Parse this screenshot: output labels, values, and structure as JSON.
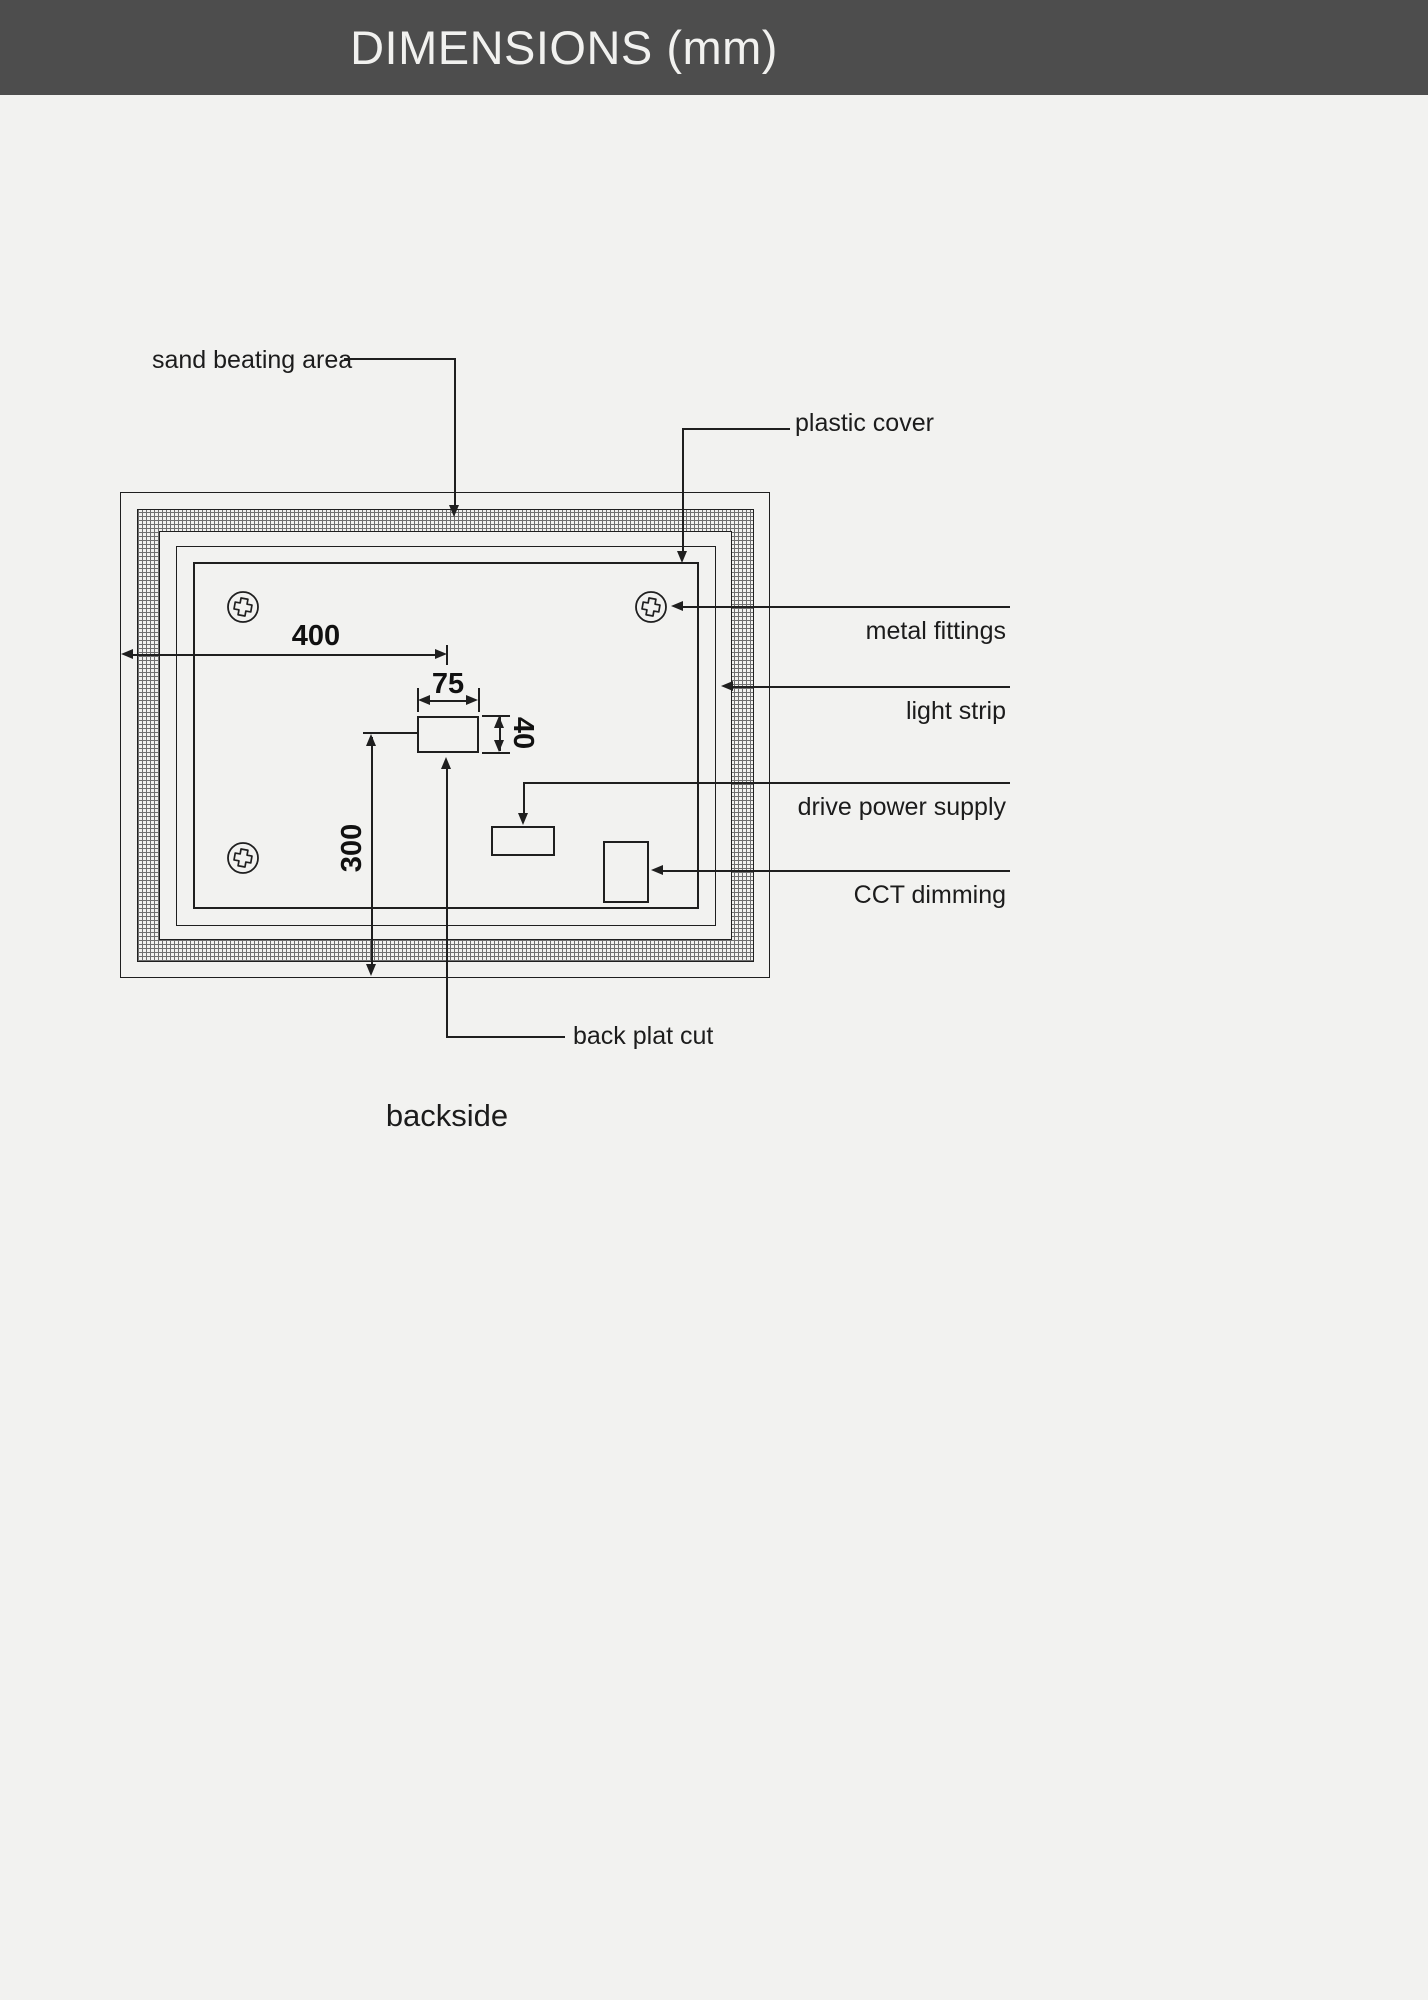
{
  "page": {
    "background": "#f2f2f0",
    "line_color": "#1f1f1f",
    "caption": "backside",
    "footer": {
      "label": "DIMENSIONS (mm)",
      "bg": "#4d4d4d",
      "text_color": "#f1f1ef"
    }
  },
  "diagram": {
    "view": "backside",
    "labels": {
      "sand_beating_area": "sand beating area",
      "plastic_cover": "plastic cover",
      "metal_fittings": "metal fittings",
      "light_strip": "light strip",
      "drive_power_supply": "drive power supply",
      "cct_dimming": "CCT dimming",
      "back_plat_cut": "back plat cut"
    },
    "dimensions": {
      "horizontal_400": "400",
      "cut_width_75": "75",
      "cut_height_40": "40",
      "vertical_300": "300"
    },
    "icons": [
      "screw-icon",
      "screw-icon",
      "screw-icon"
    ]
  }
}
